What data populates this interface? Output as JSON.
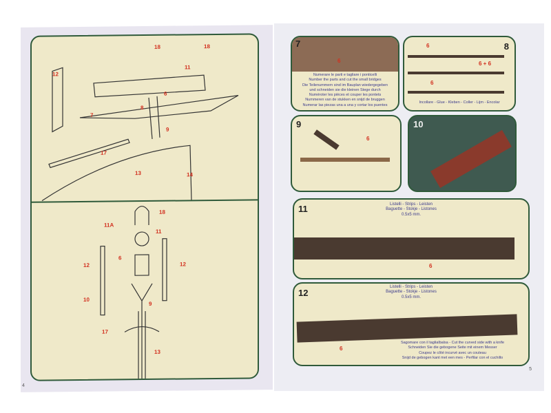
{
  "left_page": {
    "page_number": "4",
    "labels": [
      "18",
      "18",
      "11",
      "12",
      "6",
      "7",
      "8",
      "9",
      "17",
      "13",
      "14",
      "18",
      "11A",
      "11",
      "6",
      "12",
      "12",
      "10",
      "9",
      "17",
      "13"
    ]
  },
  "right_page": {
    "page_number": "5",
    "steps": [
      {
        "number": "7",
        "part": "6",
        "caption": [
          "Numerare le parti e tagliare i ponticelli",
          "Number the parts and cut the small bridges",
          "Die Teilenummern sind im Bauplan wiedergegeben",
          "und schneiden sie die kleinen Stege durch",
          "Numéroter les pièces et couper les pontets",
          "Nummeren van de stukken en snijd de bruggen",
          "Numerar las piezas una a una y cortar los puentes"
        ]
      },
      {
        "number": "8",
        "parts": [
          "6",
          "6 + 6",
          "6"
        ],
        "caption": [
          "Incollare - Glue - Kleben - Coller - Lijm - Encolar"
        ]
      },
      {
        "number": "9",
        "part": "6"
      },
      {
        "number": "10"
      },
      {
        "number": "11",
        "part": "6",
        "caption": [
          "Listelli - Strips - Leisten",
          "Baguette - Stokje - Listones",
          "0.5x5 mm."
        ]
      },
      {
        "number": "12",
        "part": "6",
        "caption": [
          "Listelli - Strips - Leisten",
          "Baguette - Stokje - Listones",
          "0.5x5 mm."
        ],
        "caption2": [
          "Sagomare con il taglialbalsa - Cut the curved side with a knife",
          "Schneiden Sie die gebogene Seite mit einem Messer",
          "Coupez le côté incurvé avec un couteau",
          "Snijd de gebogen kant met een mes - Perfilar con el cuchillo"
        ]
      }
    ]
  }
}
